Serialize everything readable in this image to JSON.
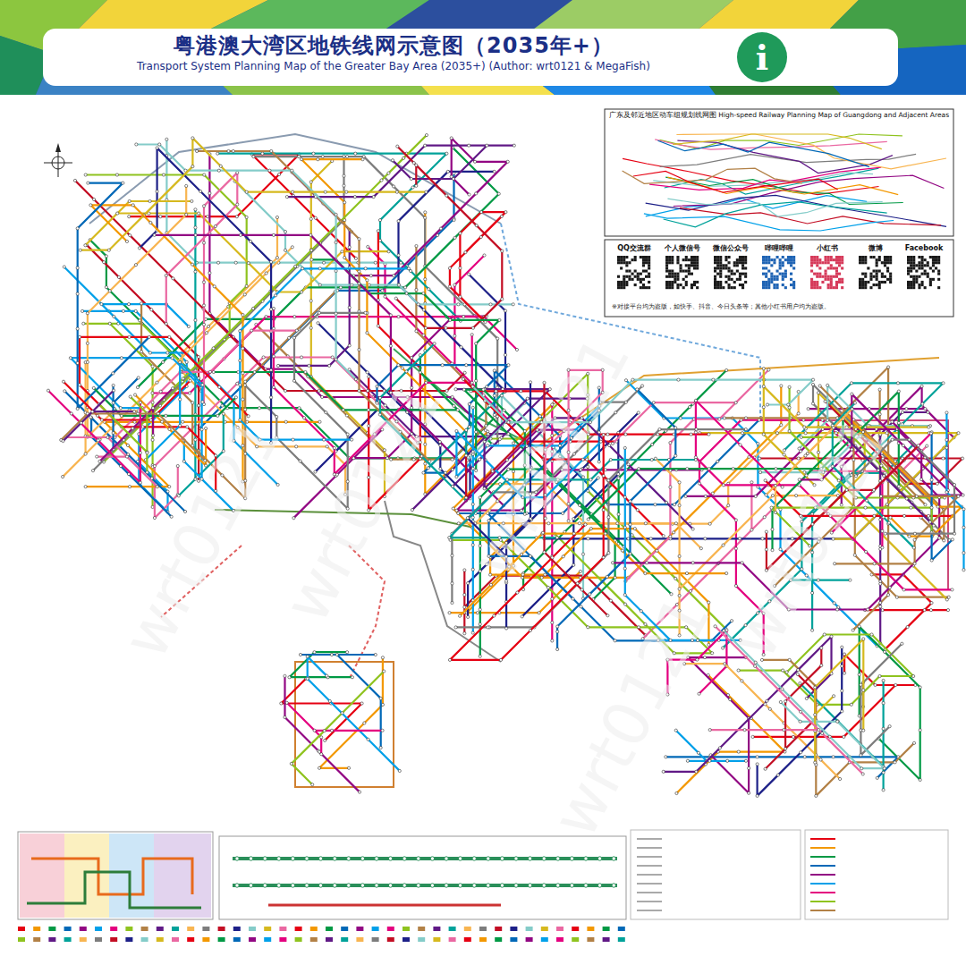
{
  "diagram": {
    "title": "粤港澳大湾区地铁线网示意图（2035年+）",
    "nodes": [
      {
        "text": [
          "Transport System Planning Map of the Greater Bay Area (2035+) (Author: wrt0121 & MegaFish)"
        ]
      },
      {
        "text": [
          "i"
        ]
      },
      {
        "text": [
          "广东及邻近地区动车组规划线网图 High-speed Railway Planning Map of Guangdong and Adjacent Areas"
        ]
      },
      {
        "text": [
          "※对接平台均为盗版，如快手、抖音、今日头条等；其他小红书用户均为盗版。"
        ]
      },
      {
        "text": [
          "QQ交流群"
        ],
        "in": 3
      },
      {
        "text": [
          "个人微信号"
        ],
        "in": 3
      },
      {
        "text": [
          "微信公众号"
        ],
        "in": 3
      },
      {
        "text": [
          "哔哩哔哩"
        ],
        "in": 3
      },
      {
        "text": [
          "小红书"
        ],
        "in": 3
      },
      {
        "text": [
          "微博"
        ],
        "in": 3
      },
      {
        "text": [
          "Facebook"
        ],
        "in": 3
      }
    ],
    "edges": [],
    "labels": [
      "wrt0121",
      "wrt0121",
      "wrt0121",
      "wrt0121",
      "wrt0121"
    ]
  }
}
